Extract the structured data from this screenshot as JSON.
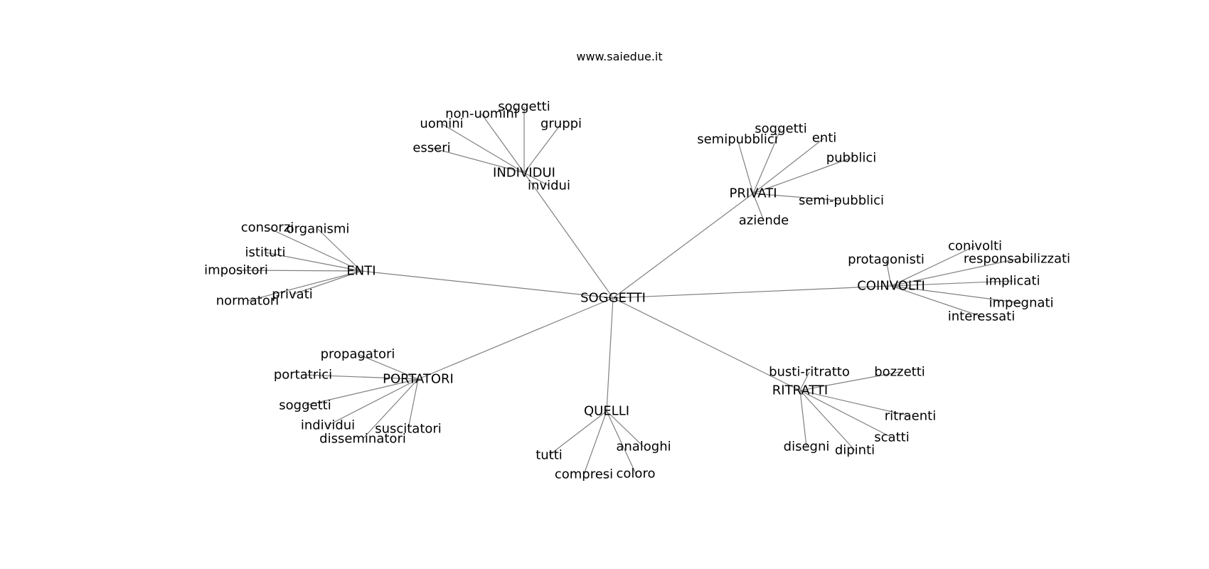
{
  "title": "www.saiedue.it",
  "center": "SOGGETTI",
  "groups": [
    {
      "label": "INDIVIDUI",
      "words": [
        "soggetti",
        "non-uomini",
        "uomini",
        "gruppi",
        "esseri",
        "invidui"
      ]
    },
    {
      "label": "PRIVATI",
      "words": [
        "soggetti",
        "semipubblici",
        "enti",
        "pubblici",
        "semi-pubblici",
        "aziende"
      ]
    },
    {
      "label": "ENTI",
      "words": [
        "consorzi",
        "organismi",
        "istituti",
        "impositori",
        "privati",
        "normatori"
      ]
    },
    {
      "label": "COINVOLTI",
      "words": [
        "conivolti",
        "protagonisti",
        "responsabilizzati",
        "implicati",
        "impegnati",
        "interessati"
      ]
    },
    {
      "label": "PORTATORI",
      "words": [
        "propagatori",
        "portatrici",
        "soggetti",
        "individui",
        "suscitatori",
        "disseminatori"
      ]
    },
    {
      "label": "QUELLI",
      "words": [
        "tutti",
        "analoghi",
        "compresi",
        "coloro"
      ]
    },
    {
      "label": "RITRATTI",
      "words": [
        "busti-ritratto",
        "bozzetti",
        "ritraenti",
        "scatti",
        "disegni",
        "dipinti"
      ]
    }
  ]
}
